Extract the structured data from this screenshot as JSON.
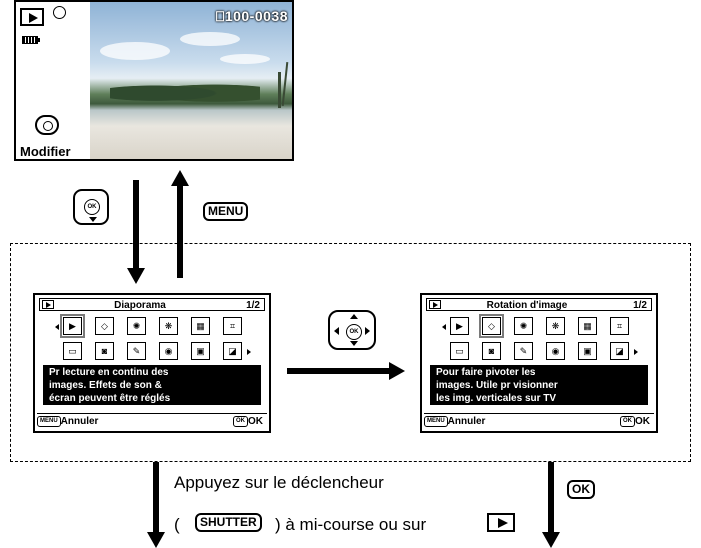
{
  "camera_screen": {
    "file_number": "100-0038",
    "modifier_label": "Modifier"
  },
  "keys": {
    "menu": "MENU",
    "ok": "OK",
    "ok_small": "OK",
    "shutter": "SHUTTER"
  },
  "menu_left": {
    "title": "Diaporama",
    "page": "1/2",
    "description_lines": [
      "Pr lecture en continu des",
      "images. Effets de son &",
      "écran peuvent être réglés"
    ],
    "cancel_key": "MENU",
    "cancel_label": "Annuler",
    "ok_key": "OK",
    "ok_label": "OK"
  },
  "menu_right": {
    "title": "Rotation d'image",
    "page": "1/2",
    "description_lines": [
      "Pour faire pivoter les",
      "images. Utile pr visionner",
      "les img. verticales sur TV"
    ],
    "cancel_key": "MENU",
    "cancel_label": "Annuler",
    "ok_key": "OK",
    "ok_label": "OK"
  },
  "instructions": {
    "line1": "Appuyez sur le déclencheur",
    "line2_prefix": "(",
    "line2_suffix": ") à mi-course ou sur"
  }
}
